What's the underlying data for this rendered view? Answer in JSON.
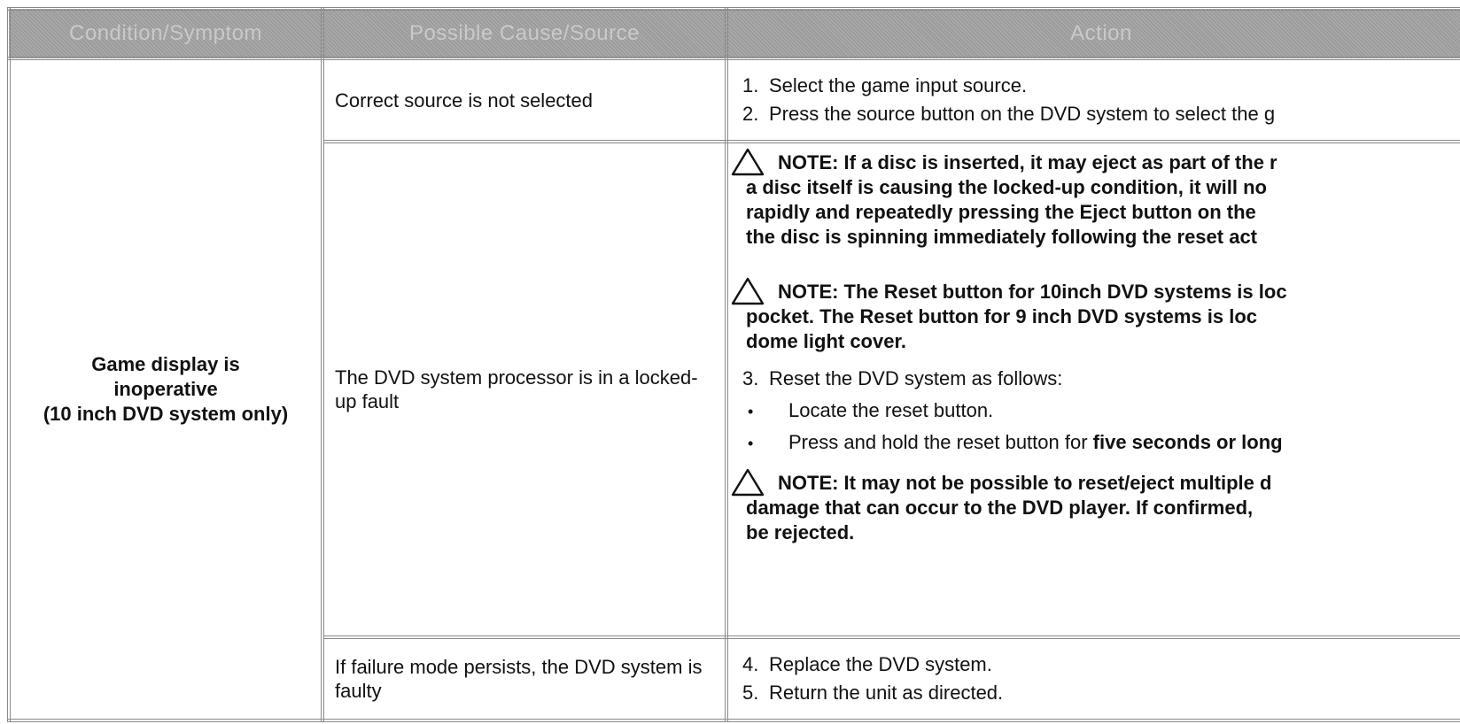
{
  "header": {
    "condition": "Condition/Symptom",
    "cause": "Possible Cause/Source",
    "action": "Action"
  },
  "condition": {
    "line1": "Game display is",
    "line2": "inoperative",
    "line3": "(10 inch DVD system only)"
  },
  "rows": [
    {
      "cause": "Correct source is not selected",
      "steps": [
        {
          "num": "1.",
          "text": "Select the game input source."
        },
        {
          "num": "2.",
          "text": "Press the source button on the DVD system to select the g"
        }
      ]
    },
    {
      "cause": "The DVD system processor is in a locked-up fault",
      "note1": [
        "NOTE:  If a disc is inserted, it may eject as part of the r",
        "a disc itself is causing the locked-up condition, it will no",
        "rapidly and repeatedly pressing the Eject button on the",
        "the disc is spinning immediately following the reset act"
      ],
      "note2": [
        "NOTE: The Reset button for 10inch DVD systems is loc",
        "pocket.  The Reset button for 9 inch DVD systems is loc",
        "dome light cover."
      ],
      "step3": {
        "num": "3.",
        "text": "Reset the DVD system as follows:"
      },
      "bullets": [
        {
          "mark": "•",
          "text": "Locate the reset button.",
          "bold": ""
        },
        {
          "mark": "•",
          "text": "Press and hold the reset button for ",
          "bold": "five seconds or long"
        }
      ],
      "note3": [
        "NOTE:  It may not be possible to reset/eject multiple d",
        "damage that can occur to the DVD player. If confirmed,",
        "be rejected."
      ]
    },
    {
      "cause": "If failure mode persists, the DVD system is faulty",
      "steps": [
        {
          "num": "4.",
          "text": "Replace the DVD system."
        },
        {
          "num": "5.",
          "text": "Return the unit as directed."
        }
      ]
    }
  ],
  "icons": {
    "note": "caution-triangle-icon"
  }
}
